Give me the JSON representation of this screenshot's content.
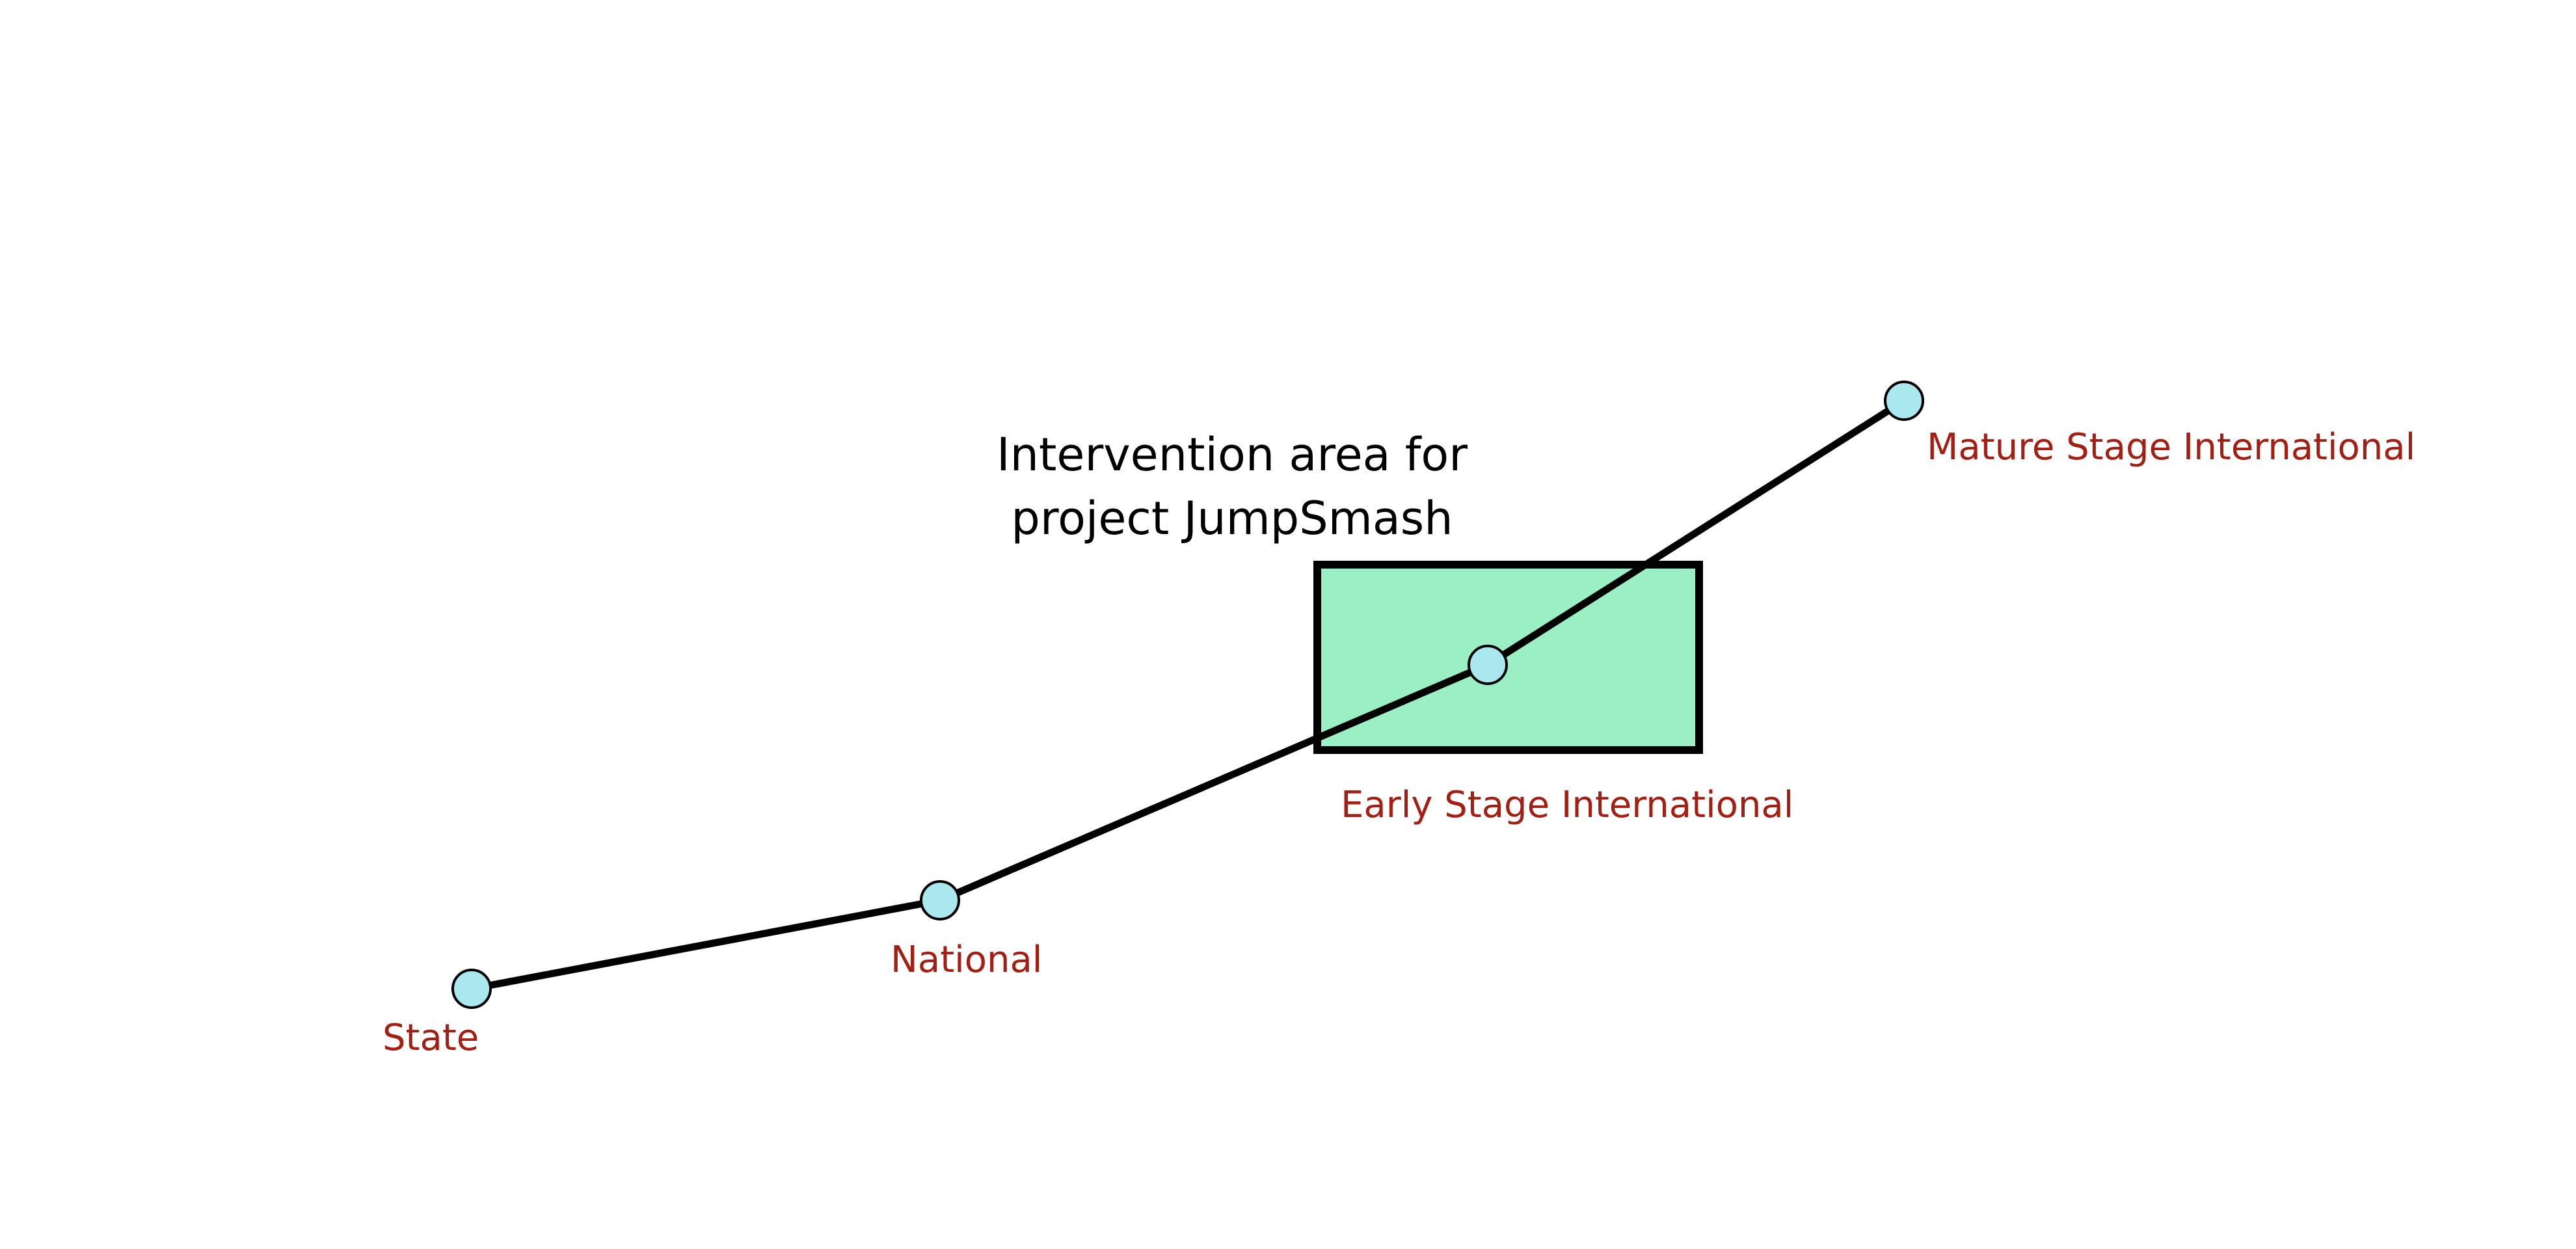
{
  "diagram": {
    "title_line1": "Intervention area for",
    "title_line2": "project JumpSmash",
    "stages": [
      {
        "label": "State"
      },
      {
        "label": "National"
      },
      {
        "label": "Early Stage International"
      },
      {
        "label": "Mature Stage International"
      }
    ],
    "colors": {
      "node_fill": "#a8e8ee",
      "area_fill": "#9af0c4",
      "label_color": "#a31f14",
      "line_color": "#000000"
    }
  }
}
